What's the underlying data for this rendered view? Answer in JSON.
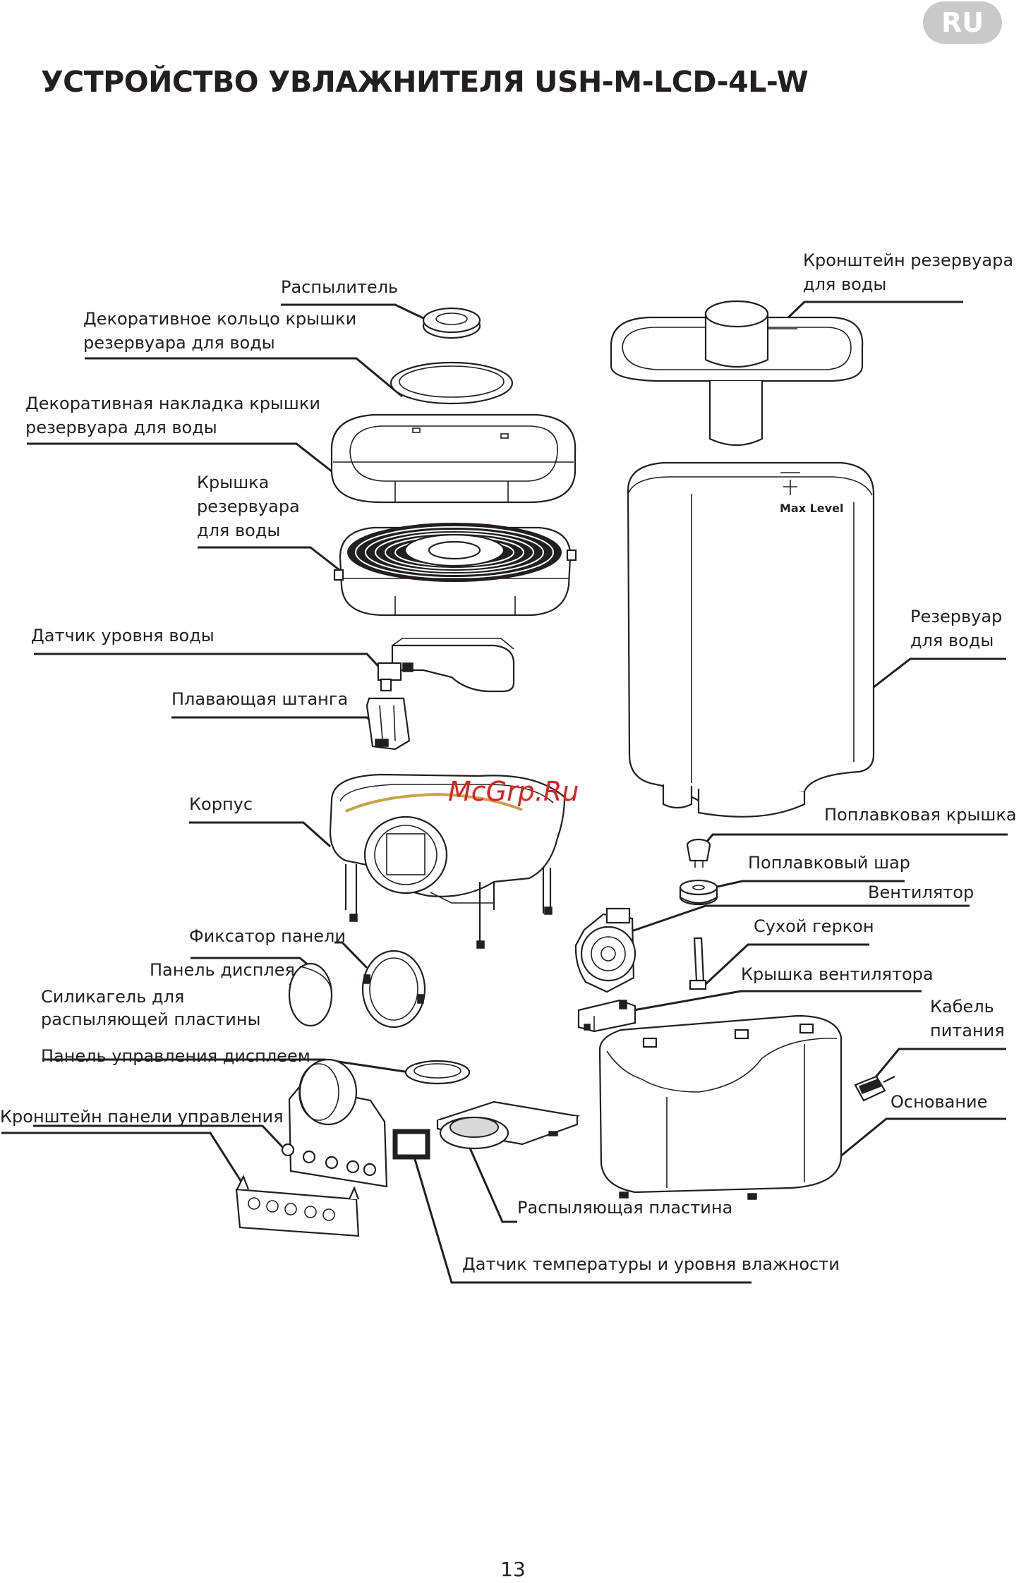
{
  "header": {
    "lang_badge": "RU",
    "title": "УСТРОЙСТВО УВЛАЖНИТЕЛЯ USH-M-LCD-4L-W"
  },
  "labels": {
    "nozzle": "Распылитель",
    "decor_ring_1": "Декоративное кольцо крышки",
    "decor_ring_2": "резервуара для воды",
    "decor_cover_1": "Декоративная накладка крышки",
    "decor_cover_2": "резервуара для воды",
    "tank_lid_1": "Крышка",
    "tank_lid_2": "резервуара",
    "tank_lid_3": "для воды",
    "water_sensor": "Датчик уровня воды",
    "float_rod": "Плавающая штанга",
    "housing": "Корпус",
    "panel_lock": "Фиксатор панели",
    "display_panel": "Панель дисплея",
    "silica_1": "Силикагель для",
    "silica_2": "распыляющей пластины",
    "display_control": "Панель управления дисплеем",
    "control_bracket": "Кронштейн панели управления",
    "atomizer": "Распыляющая пластина",
    "temp_humidity": "Датчик температуры и уровня влажности",
    "tank_bracket_1": "Кронштейн резервуара",
    "tank_bracket_2": "для воды",
    "tank_1": "Резервуар",
    "tank_2": "для воды",
    "float_cap": "Поплавковая крышка",
    "float_ball": "Поплавковый шар",
    "fan": "Вентилятор",
    "reed": "Сухой геркон",
    "fan_cover": "Крышка вентилятора",
    "cable_1": "Кабель",
    "cable_2": "питания",
    "base": "Основание"
  },
  "diagram": {
    "tank_marking": "Max Level"
  },
  "watermark": "McGrp.Ru",
  "footer": {
    "page_number": "13"
  }
}
